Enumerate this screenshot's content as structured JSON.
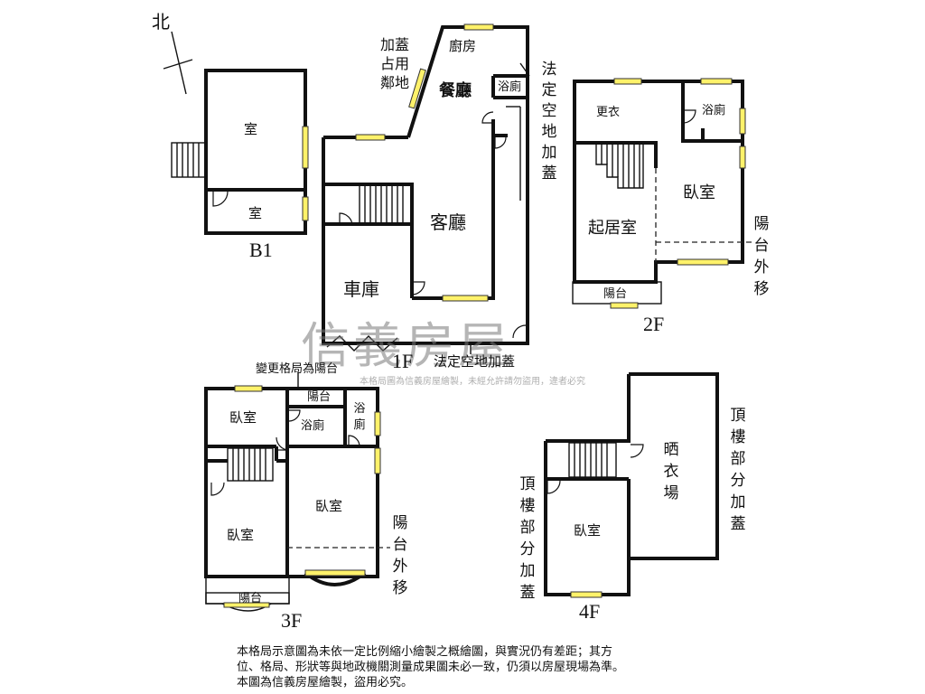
{
  "north": "北",
  "watermark": {
    "brand": "信義房屋",
    "sub": "本格局圖為信義房屋繪製，未經允許請勿盜用，違者必究"
  },
  "b1": {
    "floor": "B1",
    "room_upper": "室",
    "room_lower": "室"
  },
  "f1": {
    "floor": "1F",
    "kitchen": "廚房",
    "dining": "餐廳",
    "living": "客廳",
    "garage": "車庫",
    "wc": "浴廁",
    "encroach": "加蓋占用鄰地",
    "legal_side": "法定空地加蓋",
    "legal_bottom": "法定空地加蓋"
  },
  "f2": {
    "floor": "2F",
    "dressing": "更衣",
    "wc": "浴廁",
    "bedroom": "臥室",
    "living": "起居室",
    "balcony": "陽台",
    "balcony_moved": "陽台外移"
  },
  "f3": {
    "floor": "3F",
    "changed_note": "變更格局為陽台",
    "balcony_small": "陽台",
    "bedroom_top": "臥室",
    "wc_mid": "浴廁",
    "wc_right": "浴廁",
    "bedroom_left": "臥室",
    "bedroom_right": "臥室",
    "balcony_bottom": "陽台",
    "balcony_moved": "陽台外移"
  },
  "f4": {
    "floor": "4F",
    "drying": "晒衣場",
    "bedroom": "臥室",
    "roof_left": "頂樓部分加蓋",
    "roof_right": "頂樓部分加蓋"
  },
  "disclaimer": {
    "line1": "本格局示意圖為未依一定比例縮小繪製之概繪圖，與實況仍有差距；其方",
    "line2": "位、格局、形狀等與地政機關測量成果圖未必一致，仍須以房屋現場為準。",
    "line3": "本圖為信義房屋繪製，盜用必究。"
  }
}
